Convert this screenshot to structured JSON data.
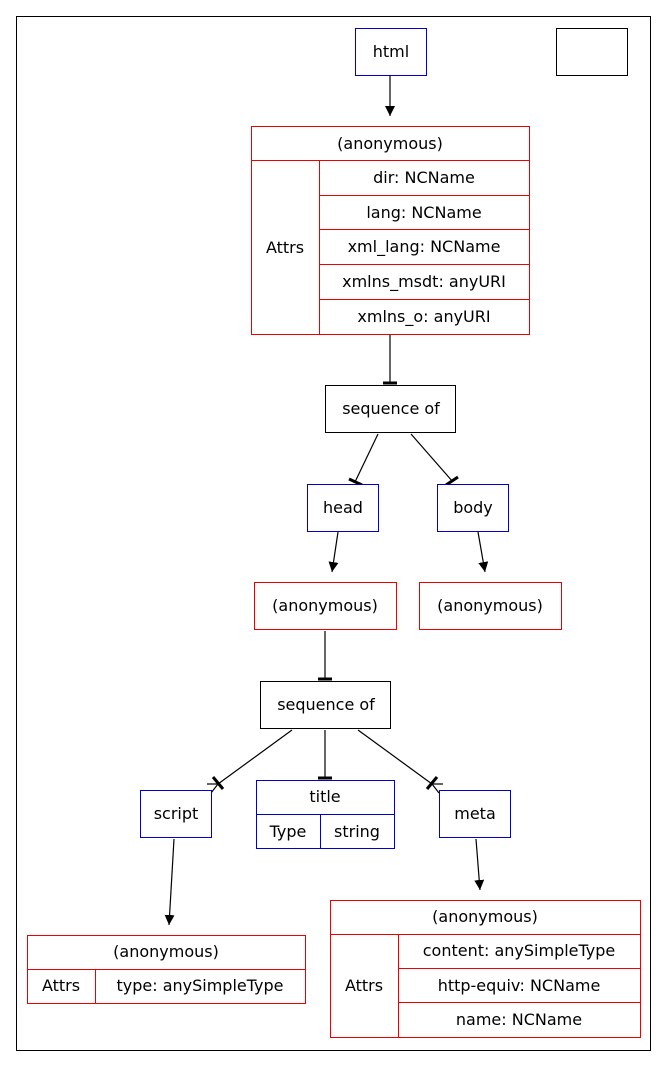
{
  "nodes": {
    "html": "html",
    "html_type": "(anonymous)",
    "html_attrs_label": "Attrs",
    "html_attrs": [
      "dir: NCName",
      "lang: NCName",
      "xml_lang: NCName",
      "xmlns_msdt: anyURI",
      "xmlns_o: anyURI"
    ],
    "seq1": "sequence of",
    "head": "head",
    "body": "body",
    "head_type": "(anonymous)",
    "body_type": "(anonymous)",
    "seq2": "sequence of",
    "script": "script",
    "title": "title",
    "title_type_label": "Type",
    "title_type_value": "string",
    "meta": "meta",
    "script_type": "(anonymous)",
    "script_attrs_label": "Attrs",
    "script_attrs": [
      "type: anySimpleType"
    ],
    "meta_type": "(anonymous)",
    "meta_attrs_label": "Attrs",
    "meta_attrs": [
      "content: anySimpleType",
      "http-equiv: NCName",
      "name: NCName"
    ]
  },
  "colors": {
    "element": "#0000cc",
    "complex_type": "#ee0000",
    "group": "#000000"
  }
}
